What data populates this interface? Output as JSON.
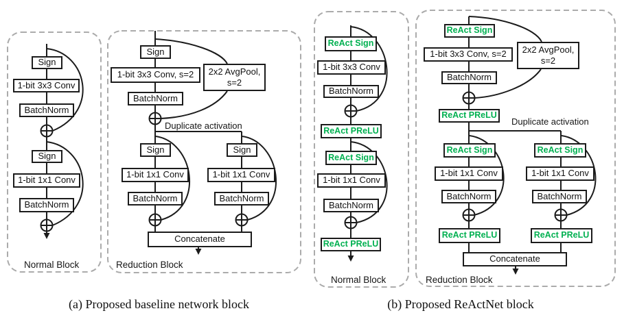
{
  "colors": {
    "accent_green": "#00B050",
    "line_black": "#1b1b1b",
    "dash_gray": "#ababab"
  },
  "panels": {
    "a": {
      "caption": "(a) Proposed baseline network block",
      "normal": {
        "title": "Normal Block",
        "sign1": "Sign",
        "conv1": "1-bit 3x3 Conv",
        "bn1": "BatchNorm",
        "sign2": "Sign",
        "conv2": "1-bit 1x1 Conv",
        "bn2": "BatchNorm"
      },
      "reduction": {
        "title": "Reduction Block",
        "sign1": "Sign",
        "conv1": "1-bit 3x3 Conv, s=2",
        "avgpool": "2x2 AvgPool, s=2",
        "bn1": "BatchNorm",
        "duplicate": "Duplicate activation",
        "left": {
          "sign": "Sign",
          "conv": "1-bit 1x1 Conv",
          "bn": "BatchNorm"
        },
        "right": {
          "sign": "Sign",
          "conv": "1-bit 1x1 Conv",
          "bn": "BatchNorm"
        },
        "concat": "Concatenate"
      }
    },
    "b": {
      "caption": "(b) Proposed ReActNet block",
      "normal": {
        "title": "Normal Block",
        "sign1": "ReAct Sign",
        "conv1": "1-bit 3x3 Conv",
        "bn1": "BatchNorm",
        "prelu1": "ReAct PReLU",
        "sign2": "ReAct Sign",
        "conv2": "1-bit 1x1 Conv",
        "bn2": "BatchNorm",
        "prelu2": "ReAct PReLU"
      },
      "reduction": {
        "title": "Reduction Block",
        "sign1": "ReAct Sign",
        "conv1": "1-bit 3x3 Conv, s=2",
        "avgpool": "2x2 AvgPool, s=2",
        "bn1": "BatchNorm",
        "prelu1": "ReAct PReLU",
        "duplicate": "Duplicate activation",
        "left": {
          "sign": "ReAct Sign",
          "conv": "1-bit 1x1 Conv",
          "bn": "BatchNorm",
          "prelu": "ReAct PReLU"
        },
        "right": {
          "sign": "ReAct Sign",
          "conv": "1-bit 1x1 Conv",
          "bn": "BatchNorm",
          "prelu": "ReAct PReLU"
        },
        "concat": "Concatenate"
      }
    }
  }
}
